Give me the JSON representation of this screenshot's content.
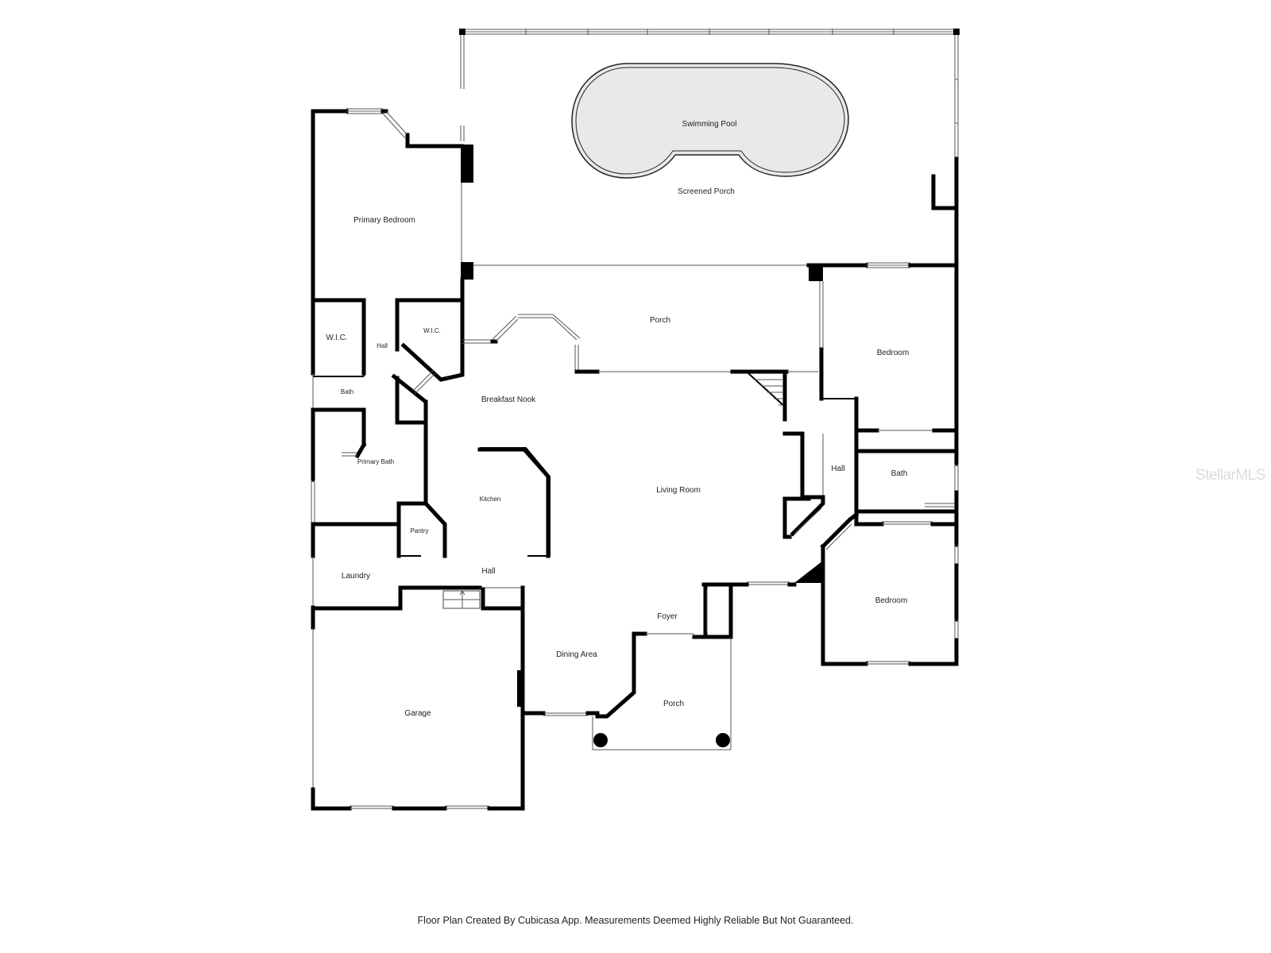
{
  "rooms": {
    "swimming_pool": "Swimming Pool",
    "screened_porch": "Screened Porch",
    "primary_bedroom": "Primary Bedroom",
    "porch_rear": "Porch",
    "bedroom_1": "Bedroom",
    "wic_1": "W.I.C.",
    "hall_primary": "Hall",
    "wic_2": "W.I.C.",
    "bath_small": "Bath",
    "breakfast_nook": "Breakfast Nook",
    "primary_bath": "Primary Bath",
    "kitchen": "Kitchen",
    "living_room": "Living Room",
    "hall_right": "Hall",
    "bath_right": "Bath",
    "pantry": "Pantry",
    "laundry": "Laundry",
    "hall_center": "Hall",
    "bedroom_2": "Bedroom",
    "foyer": "Foyer",
    "dining_area": "Dining Area",
    "porch_front": "Porch",
    "garage": "Garage"
  },
  "footer": "Floor Plan Created By Cubicasa App. Measurements Deemed Highly Reliable But Not Guaranteed.",
  "watermark": "StellarMLS"
}
